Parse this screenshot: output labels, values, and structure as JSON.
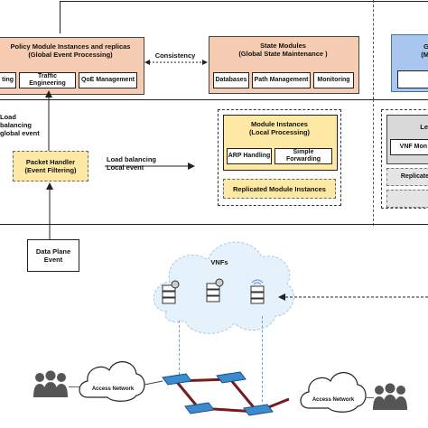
{
  "control_plane": {
    "policy_module": {
      "title_line1": "Policy Module Instances and replicas",
      "title_line2": "(Global Event Processing)",
      "items": [
        "ting",
        "Traffic Engineering",
        "QoE Management"
      ]
    },
    "consistency_label": "Consistency",
    "state_modules": {
      "title_line1": "State Modules",
      "title_line2": "(Global State Maintenance )",
      "items": [
        "Databases",
        "Path Management",
        "Monitoring"
      ]
    },
    "lb_global_line1": "Load balancing",
    "lb_global_line2": "global event",
    "packet_handler": {
      "line1": "Packet Handler",
      "line2": "(Event Filtering)"
    },
    "lb_local_line1": "Load balancing",
    "lb_local_line2": "Local event",
    "module_instances": {
      "title_line1": "Module Instances",
      "title_line2": "(Local Processing)",
      "items": [
        "ARP Handling",
        "Simple Forwarding"
      ],
      "replicated": "Replicated Module Instances"
    },
    "right_panel": {
      "blue_line1": "G",
      "blue_line2": "(M",
      "gray_top": "Le",
      "vnf_mon": "VNF Mon",
      "replicate": "Replicate"
    }
  },
  "data_plane": {
    "event_line1": "Data Plane",
    "event_line2": "Event",
    "vnfs_label": "VNFs",
    "access_network_left": "Access Network",
    "access_network_right": "Access Network"
  }
}
